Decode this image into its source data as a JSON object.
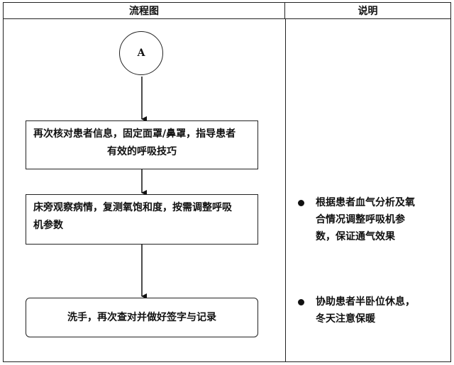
{
  "header": {
    "left": "流程图",
    "right": "说明"
  },
  "flow": {
    "start": "A",
    "steps": [
      {
        "line1": "再次核对患者信息，固定面罩/鼻罩，指导患者",
        "line2": "有效的呼吸技巧"
      },
      {
        "line1": "床旁观察病情，复测氧饱和度，按需调整呼吸",
        "line2": "机参数"
      },
      {
        "text": "洗手，再次查对并做好签字与记录"
      }
    ]
  },
  "notes": [
    {
      "line1": "根据患者血气分析及氧",
      "line2": "合情况调整呼吸机参",
      "line3": "数，保证通气效果"
    },
    {
      "line1": "协助患者半卧位休息，",
      "line2": "冬天注意保暖"
    }
  ]
}
